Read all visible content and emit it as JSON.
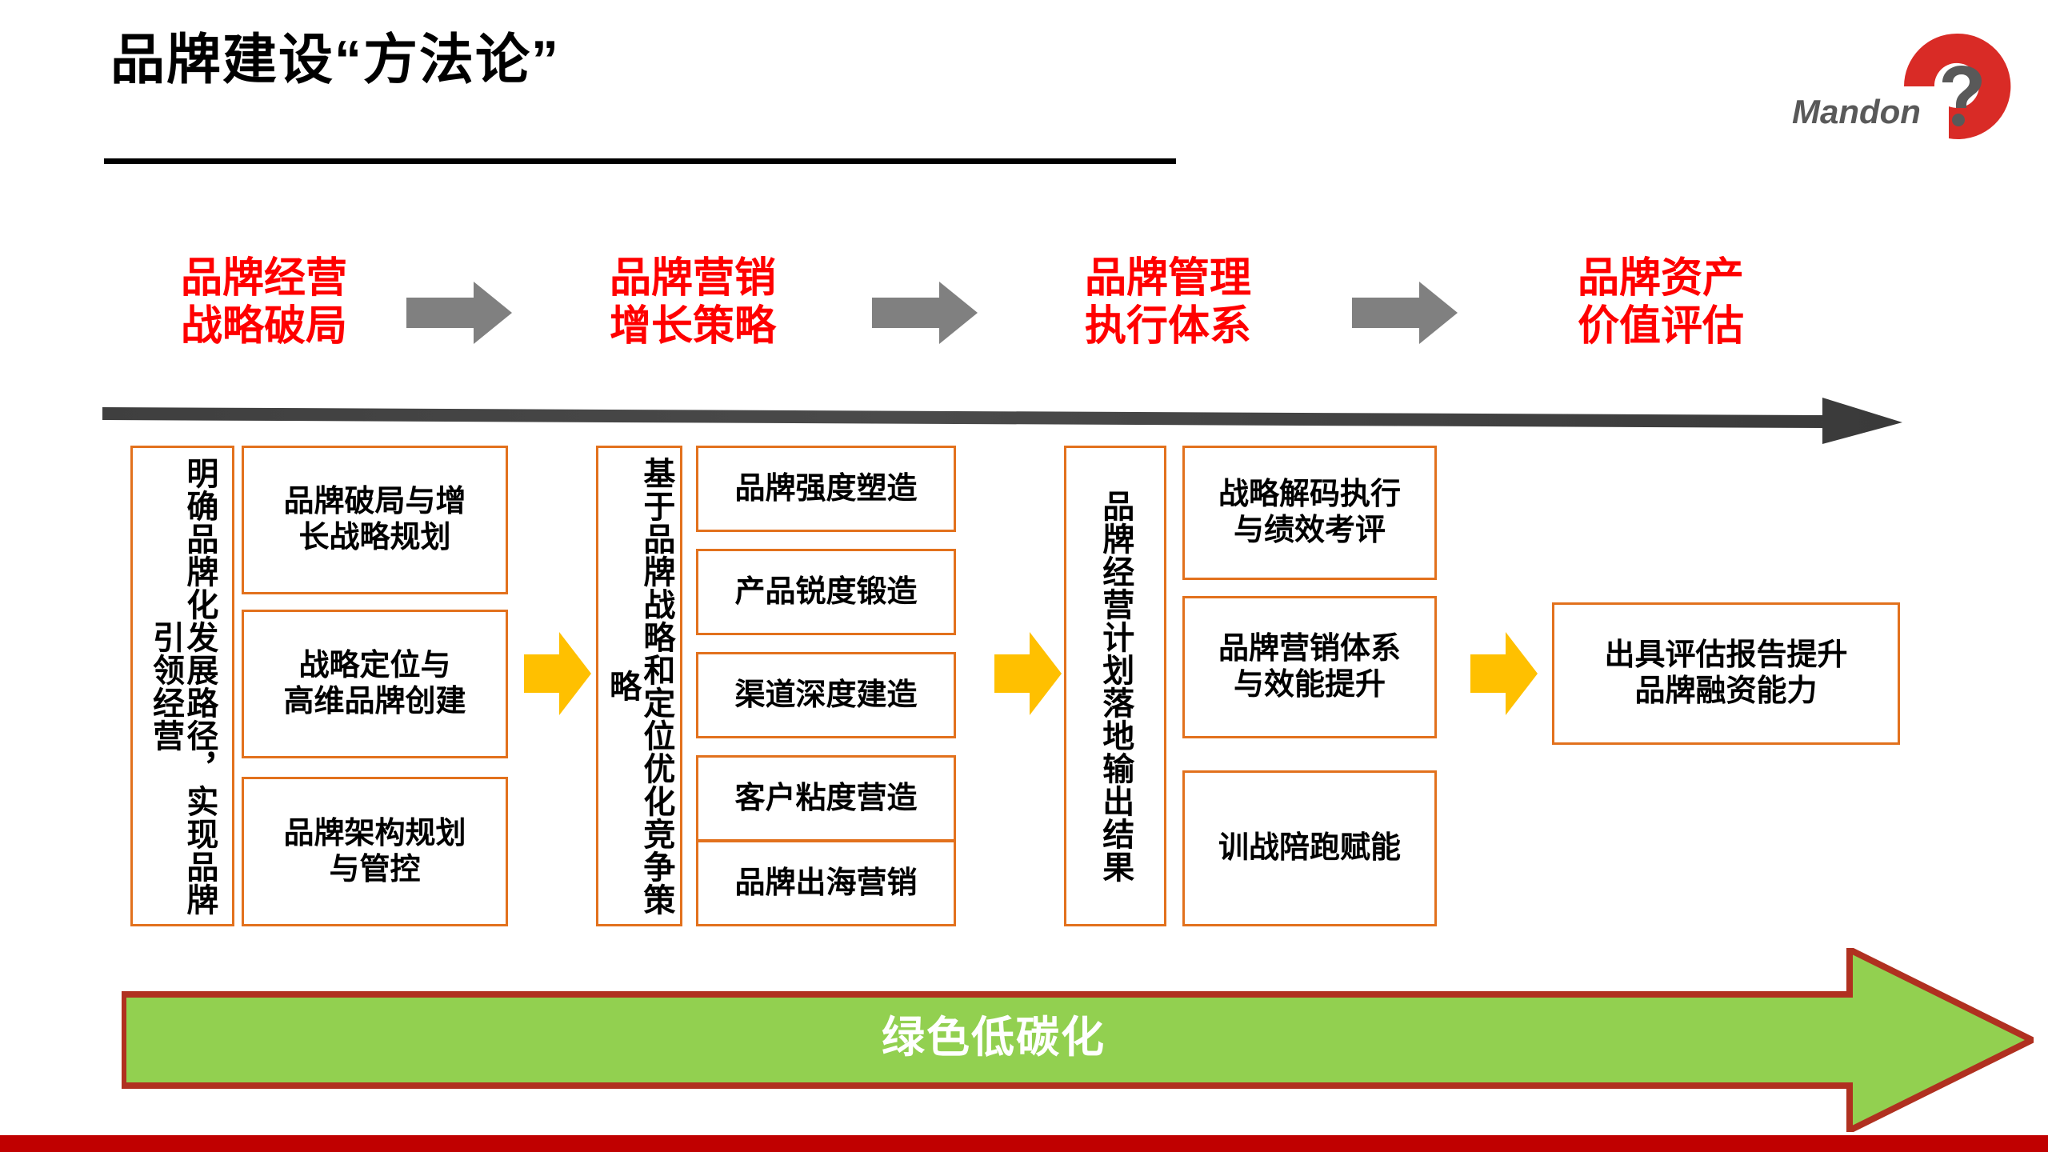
{
  "slide": {
    "title": "品牌建设“方法论”",
    "accent_red": "#FF0000",
    "accent_orange": "#E2711D",
    "accent_amber": "#FFC000",
    "accent_green": "#92D050",
    "accent_darkred": "#C00000"
  },
  "logo": {
    "wordmark": "Mandon",
    "mark_color": "#D92B26",
    "question_color": "#595959"
  },
  "stages": [
    {
      "line1": "品牌经营",
      "line2": "战略破局"
    },
    {
      "line1": "品牌营销",
      "line2": "增长策略"
    },
    {
      "line1": "品牌管理",
      "line2": "执行体系"
    },
    {
      "line1": "品牌资产",
      "line2": "价值评估"
    }
  ],
  "columns": [
    {
      "side_label": "明确品牌化发展路径，实现品牌引领经营",
      "items": [
        "品牌破局与增\n长战略规划",
        "战略定位与\n高维品牌创建",
        "品牌架构规划\n与管控"
      ]
    },
    {
      "side_label": "基于品牌战略和定位优化竞争策略",
      "items": [
        "品牌强度塑造",
        "产品锐度锻造",
        "渠道深度建造",
        "客户粘度营造",
        "品牌出海营销"
      ]
    },
    {
      "side_label": "品牌经营计划落地输出结果",
      "items": [
        "战略解码执行\n与绩效考评",
        "品牌营销体系\n与效能提升",
        "训战陪跑赋能"
      ]
    },
    {
      "side_label": "",
      "items": [
        "出具评估报告提升\n品牌融资能力"
      ]
    }
  ],
  "banner": {
    "label": "绿色低碳化"
  }
}
